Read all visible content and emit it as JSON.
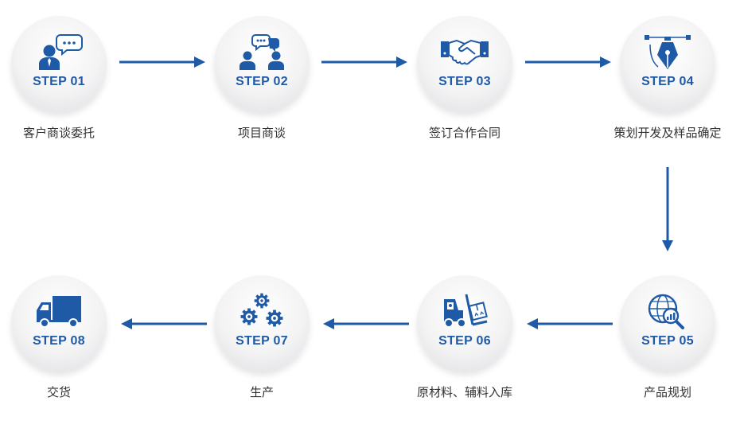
{
  "accent_color": "#1f5aa6",
  "steps": [
    {
      "label": "STEP 01",
      "caption": "客户商谈委托",
      "icon": "consultant-speech-icon"
    },
    {
      "label": "STEP 02",
      "caption": "项目商谈",
      "icon": "meeting-chat-icon"
    },
    {
      "label": "STEP 03",
      "caption": "签订合作合同",
      "icon": "handshake-icon"
    },
    {
      "label": "STEP 04",
      "caption": "策划开发及样品确定",
      "icon": "pen-tool-icon"
    },
    {
      "label": "STEP 05",
      "caption": "产品规划",
      "icon": "globe-search-icon"
    },
    {
      "label": "STEP 06",
      "caption": "原材料、辅料入库",
      "icon": "forklift-icon"
    },
    {
      "label": "STEP 07",
      "caption": "生产",
      "icon": "gears-icon"
    },
    {
      "label": "STEP 08",
      "caption": "交货",
      "icon": "truck-icon"
    }
  ]
}
